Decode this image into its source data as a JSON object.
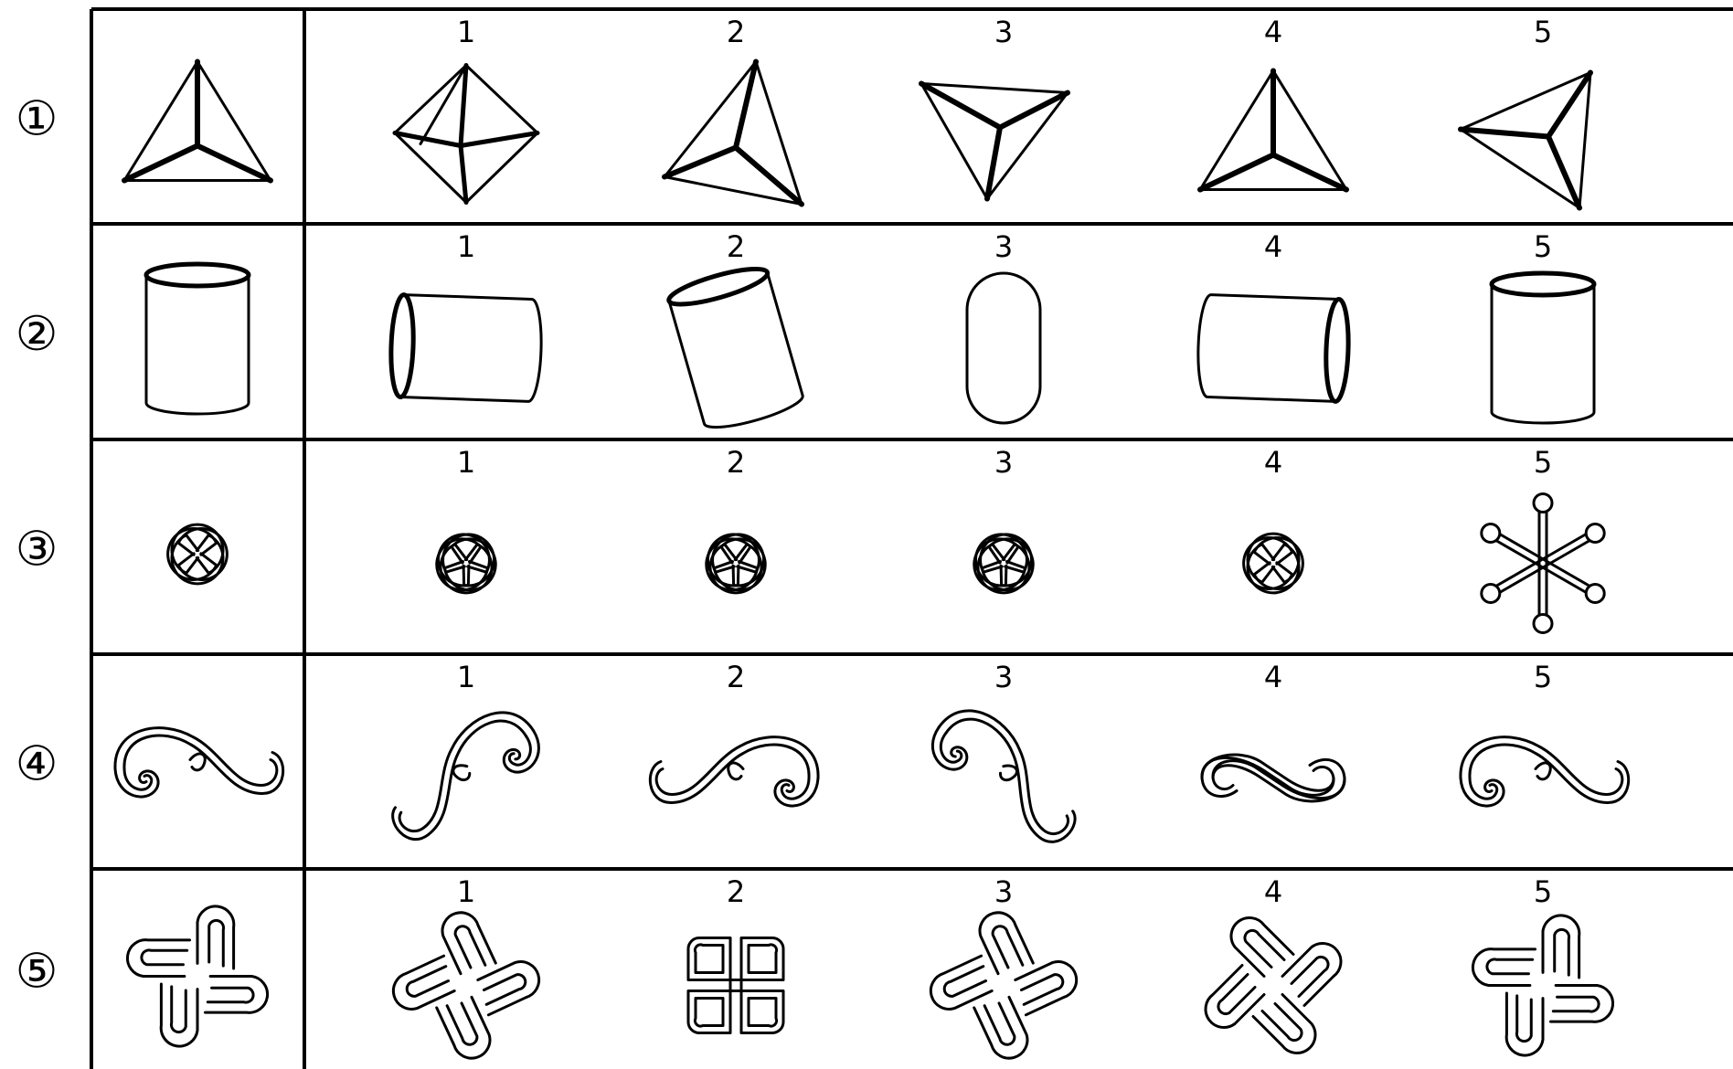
{
  "row_labels": [
    "①",
    "②",
    "③",
    "④",
    "⑤"
  ],
  "option_numbers": [
    "1",
    "2",
    "3",
    "4",
    "5"
  ],
  "rows": [
    {
      "reference": "tetrahedron",
      "options": [
        {
          "number": "1",
          "figure": "octahedron"
        },
        {
          "number": "2",
          "figure": "tetrahedron-rotated"
        },
        {
          "number": "3",
          "figure": "tetrahedron-inverted"
        },
        {
          "number": "4",
          "figure": "tetrahedron"
        },
        {
          "number": "5",
          "figure": "tetrahedron-sideways"
        }
      ]
    },
    {
      "reference": "cylinder",
      "options": [
        {
          "number": "1",
          "figure": "cylinder-horizontal-right"
        },
        {
          "number": "2",
          "figure": "cylinder-tilted"
        },
        {
          "number": "3",
          "figure": "capsule"
        },
        {
          "number": "4",
          "figure": "cylinder-horizontal-left"
        },
        {
          "number": "5",
          "figure": "cylinder"
        }
      ]
    },
    {
      "reference": "four-loop-flower",
      "options": [
        {
          "number": "1",
          "figure": "five-loop-flower"
        },
        {
          "number": "2",
          "figure": "five-loop-flower"
        },
        {
          "number": "3",
          "figure": "five-loop-flower"
        },
        {
          "number": "4",
          "figure": "four-loop-flower"
        },
        {
          "number": "5",
          "figure": "six-spoke-star"
        }
      ]
    },
    {
      "reference": "spiral-scroll",
      "options": [
        {
          "number": "1",
          "figure": "spiral-scroll-rotated"
        },
        {
          "number": "2",
          "figure": "spiral-scroll-mirrored"
        },
        {
          "number": "3",
          "figure": "spiral-scroll-drooping"
        },
        {
          "number": "4",
          "figure": "s-ribbon"
        },
        {
          "number": "5",
          "figure": "spiral-scroll"
        }
      ]
    },
    {
      "reference": "interlaced-knot",
      "options": [
        {
          "number": "1",
          "figure": "interlaced-knot-rotated"
        },
        {
          "number": "2",
          "figure": "square-lattice-knot"
        },
        {
          "number": "3",
          "figure": "interlaced-knot-rotated"
        },
        {
          "number": "4",
          "figure": "interlaced-knot-cross"
        },
        {
          "number": "5",
          "figure": "interlaced-knot"
        }
      ]
    }
  ]
}
